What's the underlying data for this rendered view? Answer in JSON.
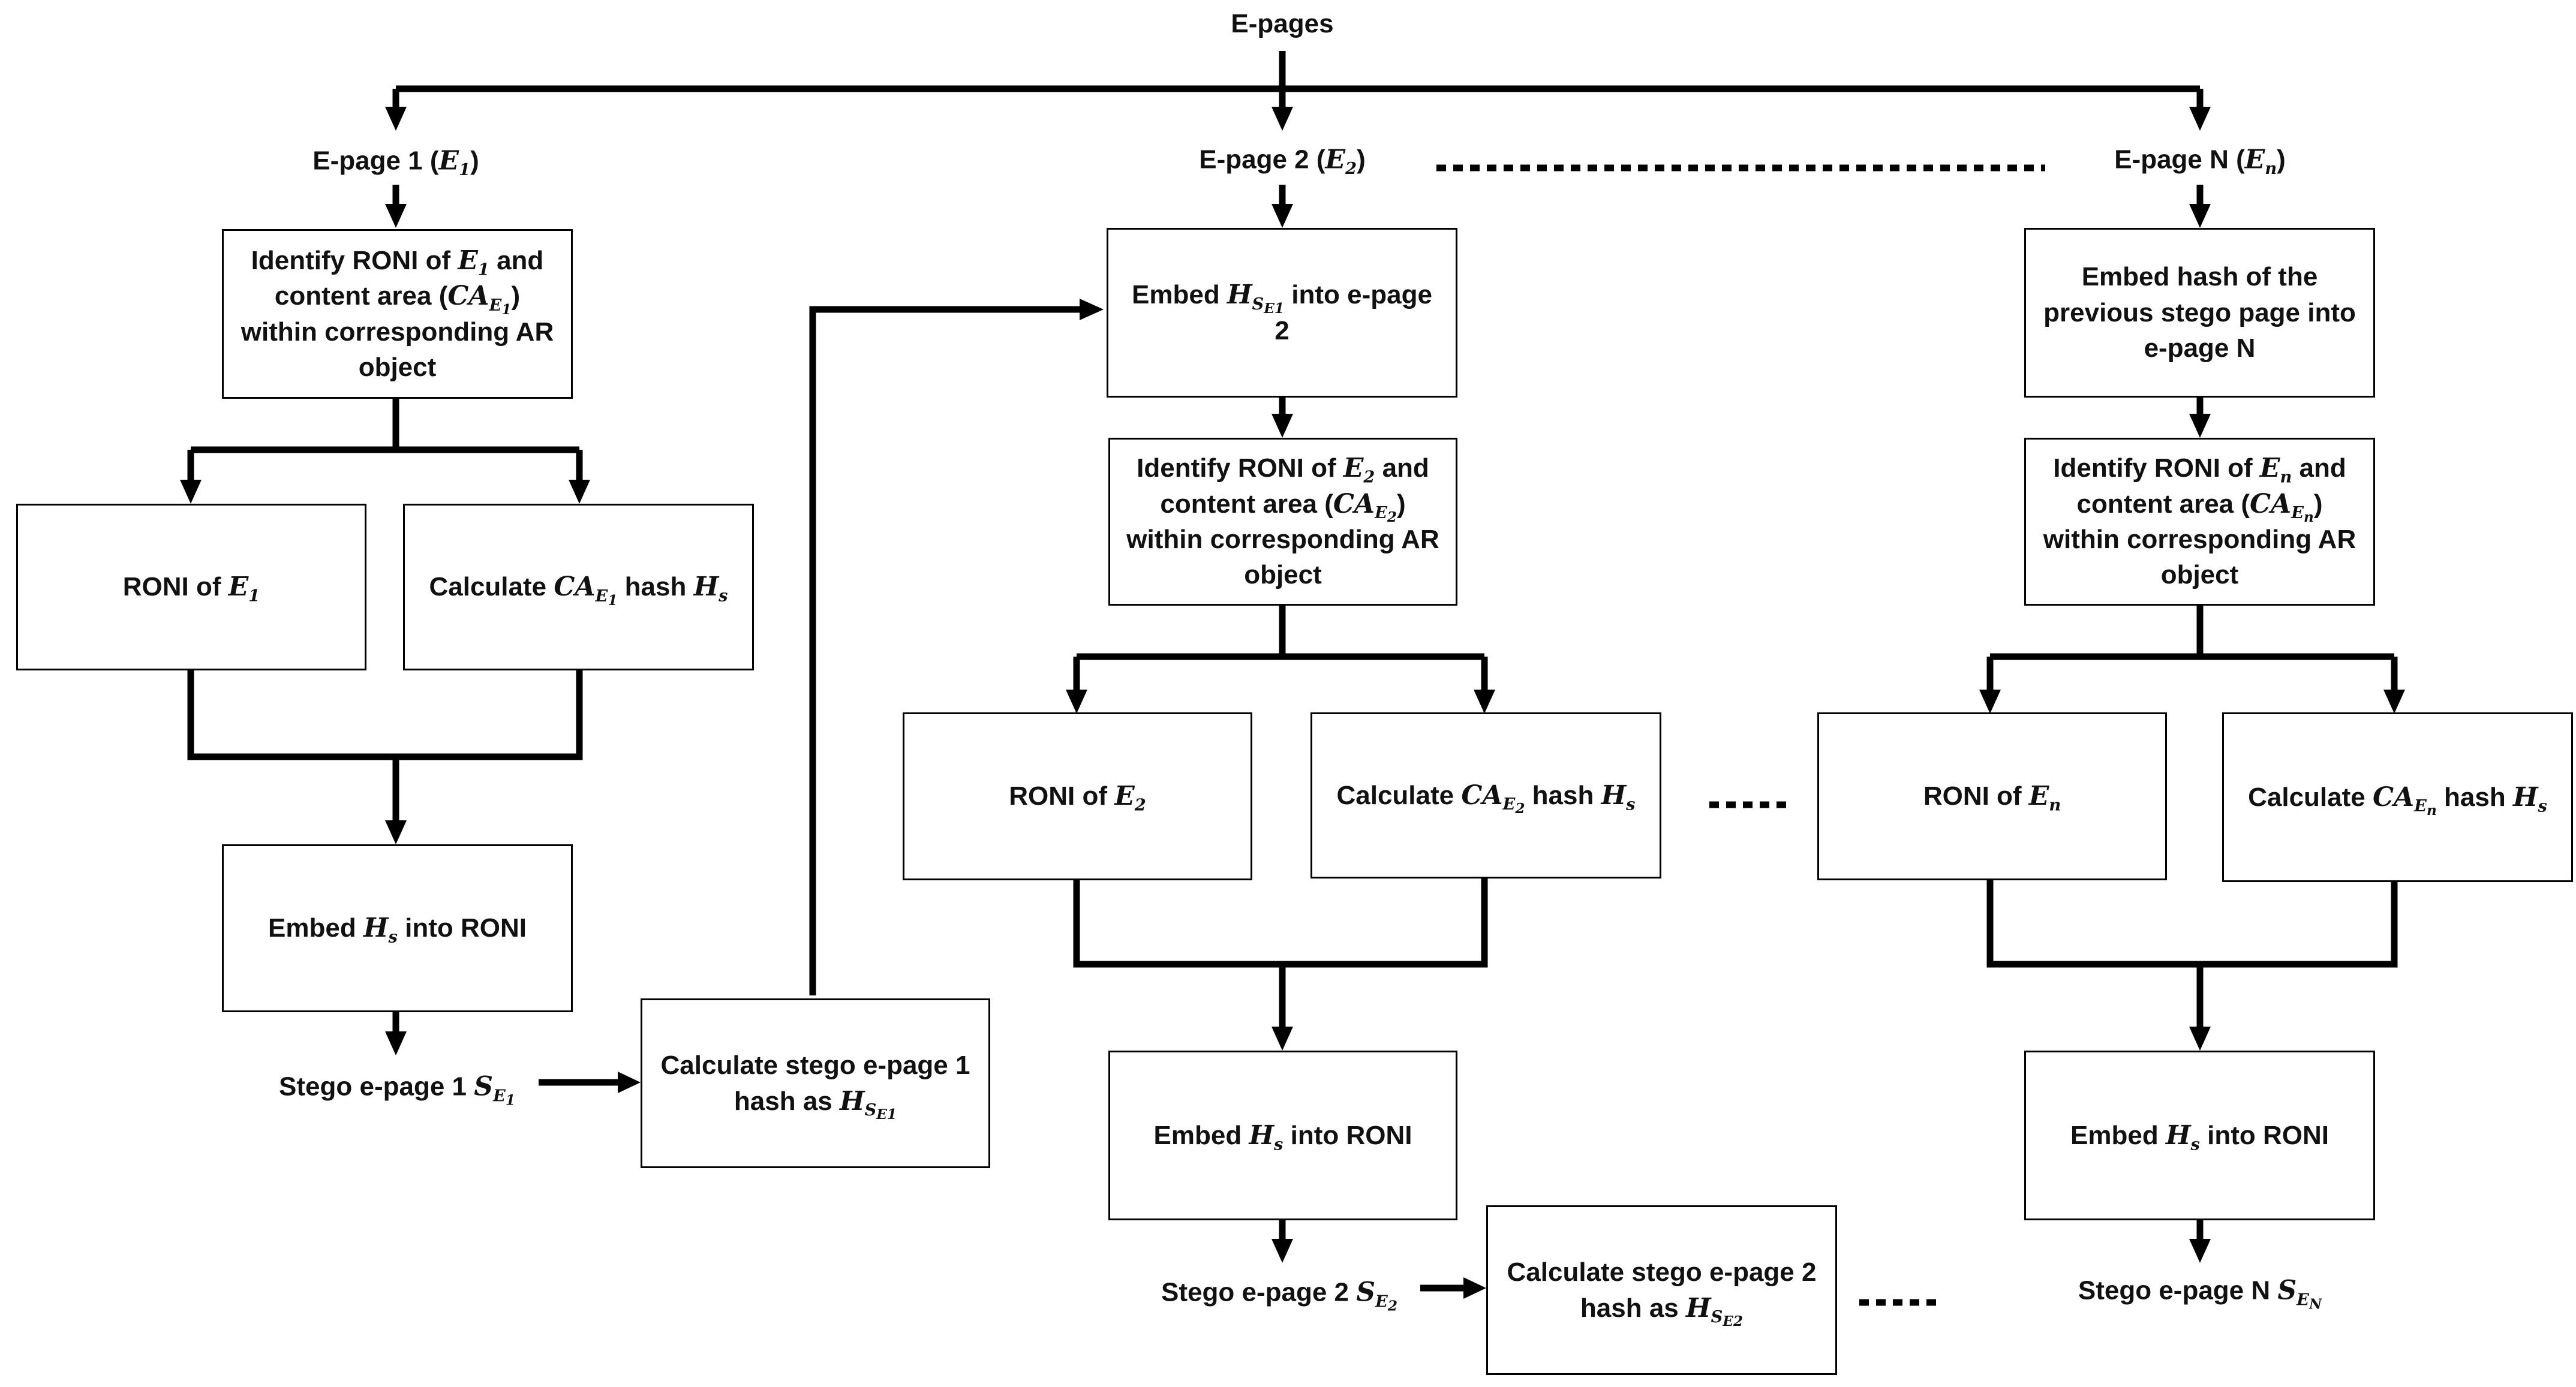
{
  "title": "E-pages",
  "pages": {
    "p1": {
      "label": "E-page 1 (",
      "sym": "E",
      "sub": "1",
      "close": ")"
    },
    "p2": {
      "label": "E-page 2 (",
      "sym": "E",
      "sub": "2",
      "close": ")"
    },
    "pn": {
      "label": "E-page N (",
      "sym": "E",
      "sub": "n",
      "close": ")"
    }
  },
  "col1": {
    "identify": {
      "l1a": "Identify RONI of ",
      "sym": "E",
      "sub": "1",
      "l1b": " and",
      "l2a": "content area (",
      "ca": "CA",
      "casub": "E",
      "casub2": "1",
      "l2b": ")",
      "l3": "within corresponding AR",
      "l4": "object"
    },
    "roni": {
      "text": "RONI of ",
      "sym": "E",
      "sub": "1"
    },
    "calc": {
      "pre": "Calculate ",
      "ca": "CA",
      "casub": "E",
      "casub2": "1",
      "mid": " hash ",
      "h": "H",
      "hs": "s"
    },
    "embed": {
      "pre": "Embed ",
      "h": "H",
      "hs": "s",
      "post": " into RONI"
    },
    "stego": {
      "text": "Stego e-page 1 ",
      "sym": "S",
      "sub": "E",
      "sub2": "1"
    },
    "hash": {
      "l1": "Calculate stego e-page 1",
      "l2": "hash as ",
      "h": "H",
      "hs": "S",
      "hs2": "E1"
    }
  },
  "col2": {
    "embedHash": {
      "pre": "Embed ",
      "h": "H",
      "hs": "S",
      "hs2": "E1",
      "post": " into e-page",
      "l2": "2"
    },
    "identify": {
      "l1a": "Identify RONI of ",
      "sym": "E",
      "sub": "2",
      "l1b": " and",
      "l2a": "content area (",
      "ca": "CA",
      "casub": "E",
      "casub2": "2",
      "l2b": ")",
      "l3": "within corresponding AR",
      "l4": "object"
    },
    "roni": {
      "text": "RONI of ",
      "sym": "E",
      "sub": "2"
    },
    "calc": {
      "pre": "Calculate ",
      "ca": "CA",
      "casub": "E",
      "casub2": "2",
      "mid": " hash ",
      "h": "H",
      "hs": "s"
    },
    "embed": {
      "pre": "Embed ",
      "h": "H",
      "hs": "s",
      "post": " into RONI"
    },
    "stego": {
      "text": "Stego e-page 2 ",
      "sym": "S",
      "sub": "E",
      "sub2": "2"
    },
    "hash": {
      "l1": "Calculate stego e-page 2",
      "l2": "hash as ",
      "h": "H",
      "hs": "S",
      "hs2": "E2"
    }
  },
  "colN": {
    "embedHash": {
      "l1": "Embed hash of the",
      "l2": "previous stego page into",
      "l3": "e-page N"
    },
    "identify": {
      "l1a": "Identify RONI of ",
      "sym": "E",
      "sub": "n",
      "l1b": " and",
      "l2a": "content area (",
      "ca": "CA",
      "casub": "E",
      "casub2": "n",
      "l2b": ")",
      "l3": "within corresponding AR",
      "l4": "object"
    },
    "roni": {
      "text": "RONI of ",
      "sym": "E",
      "sub": "n"
    },
    "calc": {
      "pre": "Calculate ",
      "ca": "CA",
      "casub": "E",
      "casub2": "n",
      "mid": " hash ",
      "h": "H",
      "hs": "s"
    },
    "embed": {
      "pre": "Embed ",
      "h": "H",
      "hs": "s",
      "post": " into RONI"
    },
    "stego": {
      "text": "Stego e-page N ",
      "sym": "S",
      "sub": "E",
      "sub2": "N"
    }
  },
  "ellipsis": "......"
}
